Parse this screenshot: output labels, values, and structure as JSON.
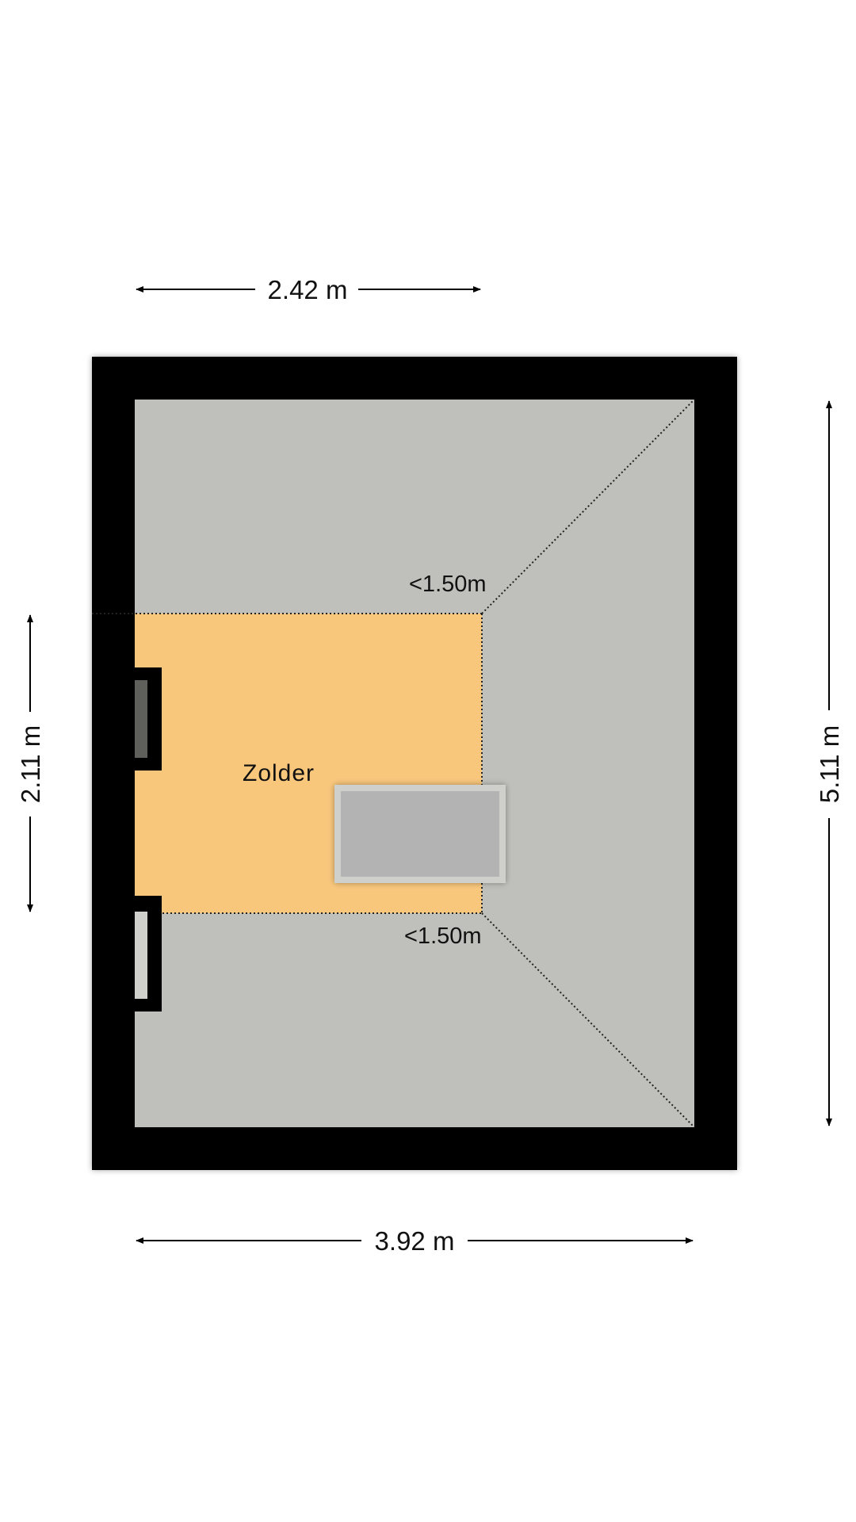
{
  "colors": {
    "wall": "#000000",
    "floor": "#bfbfbb",
    "room": "#f9c77c",
    "hatch": "#b3b3b3",
    "window": "#5f5f5c",
    "window_light": "#cfcfcc",
    "background": "#ffffff"
  },
  "dimensions": {
    "top": "2.42 m",
    "bottom": "3.92 m",
    "left": "2.11 m",
    "right": "5.11 m"
  },
  "room": {
    "label": "Zolder"
  },
  "heights": {
    "upper": "<1.50m",
    "lower": "<1.50m"
  },
  "icons": {
    "arrowhead": "arrowhead-icon"
  }
}
